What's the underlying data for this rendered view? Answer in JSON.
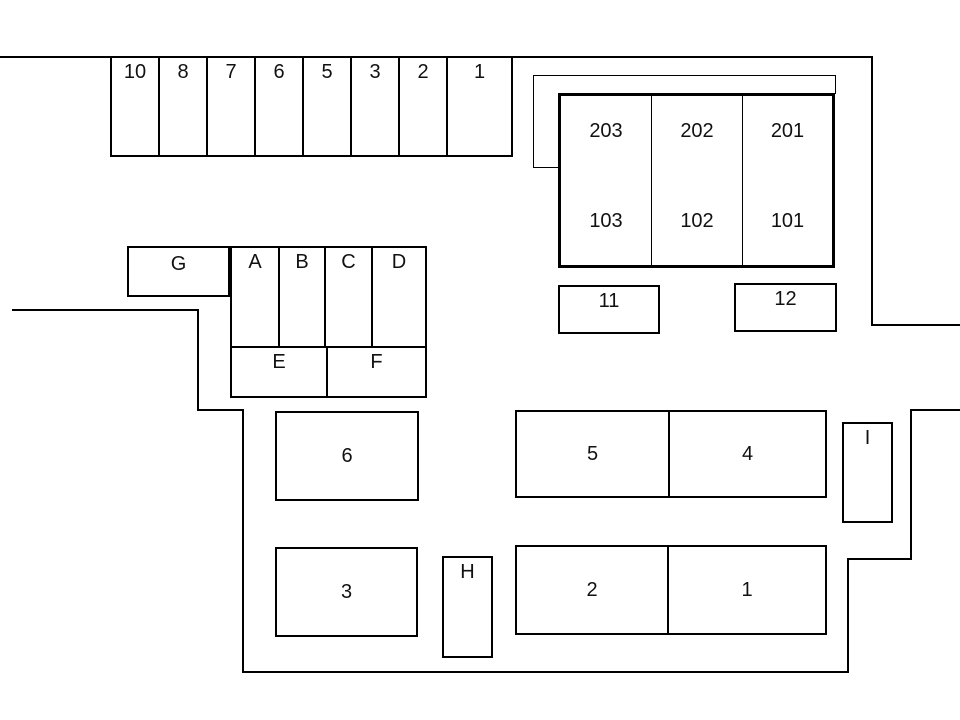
{
  "map": {
    "background": "#ffffff",
    "line_color": "#000000",
    "stall_row": {
      "labels": [
        "10",
        "8",
        "7",
        "6",
        "5",
        "3",
        "2",
        "1"
      ]
    },
    "building": {
      "units": [
        {
          "upper": "203",
          "lower": "103"
        },
        {
          "upper": "202",
          "lower": "102"
        },
        {
          "upper": "201",
          "lower": "101"
        }
      ]
    },
    "boxes": {
      "b11": "11",
      "b12": "12",
      "g": "G",
      "a": "A",
      "b": "B",
      "c": "C",
      "d": "D",
      "e": "E",
      "f": "F",
      "p6": "6",
      "p5": "5",
      "p4": "4",
      "p3": "3",
      "p2": "2",
      "p1": "1",
      "h": "H",
      "i": "I"
    }
  }
}
